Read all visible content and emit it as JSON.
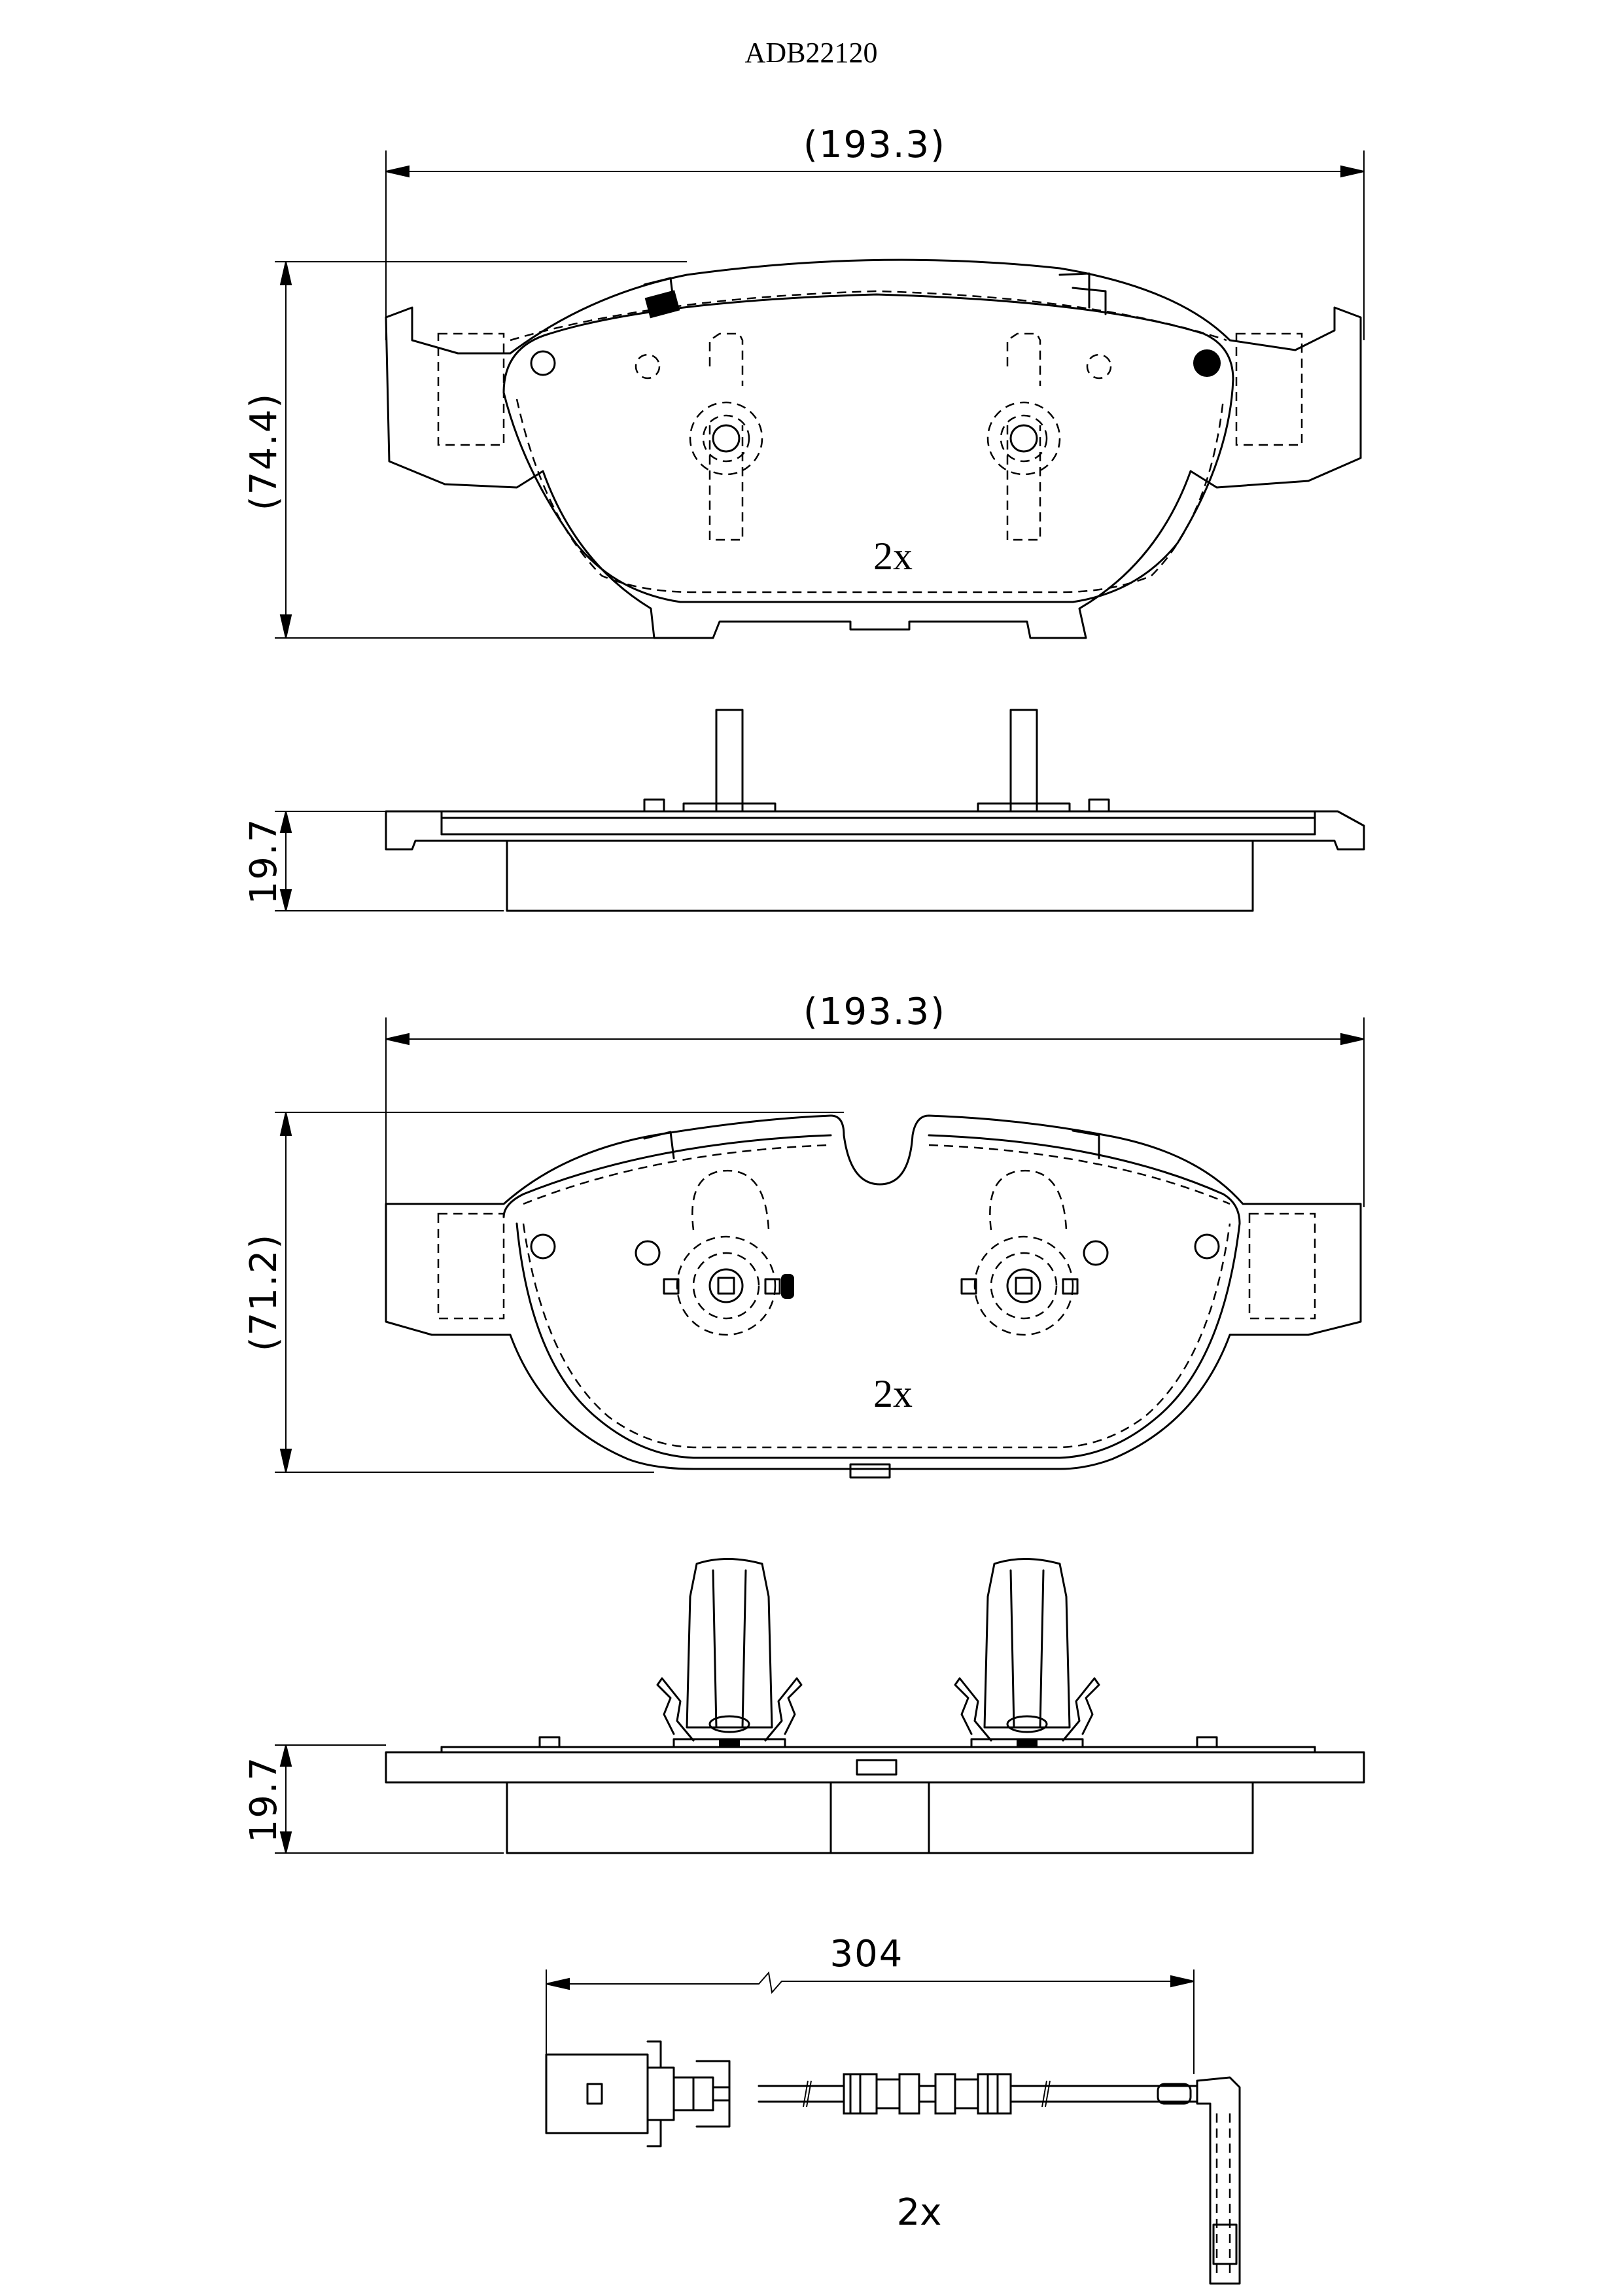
{
  "part_number": "ADB22120",
  "views": {
    "pad1_front": {
      "width_dim": "(193.3)",
      "height_dim": "(74.4)",
      "quantity": "2x"
    },
    "pad1_side": {
      "thickness_dim": "19.7"
    },
    "pad2_front": {
      "width_dim": "(193.3)",
      "height_dim": "(71.2)",
      "quantity": "2x"
    },
    "pad2_side": {
      "thickness_dim": "19.7"
    },
    "sensor": {
      "length_dim": "304",
      "quantity": "2x"
    }
  }
}
